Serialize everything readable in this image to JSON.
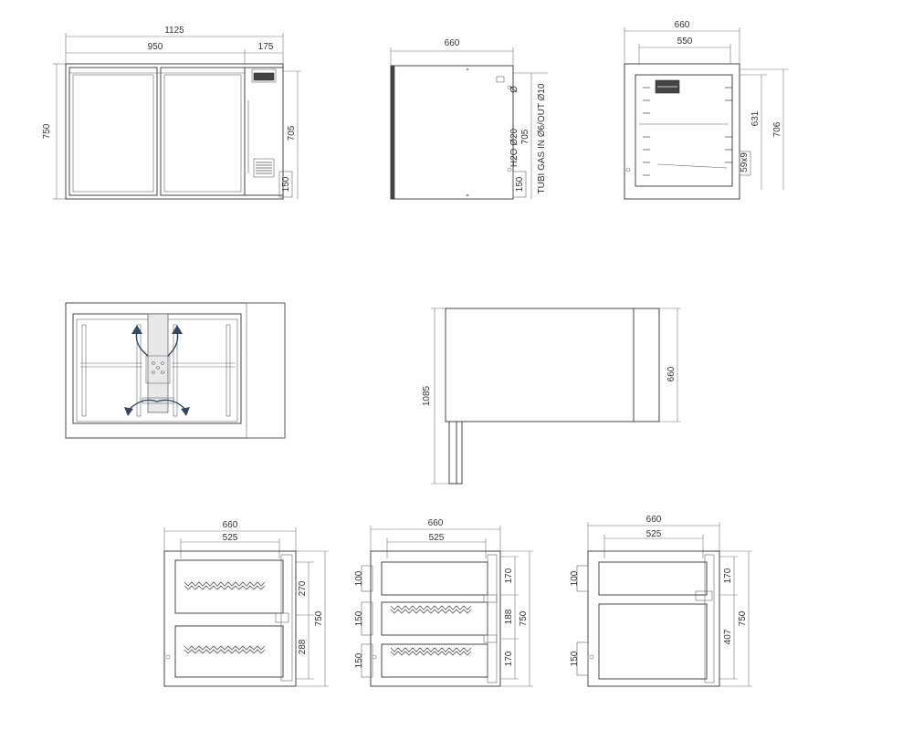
{
  "front_view": {
    "overall_width": "1125",
    "door_width": "950",
    "panel_width": "175",
    "height_overall": "750",
    "height_inner": "705",
    "plinth": "150"
  },
  "side_view": {
    "depth": "660",
    "h2o": "H2O Ø20",
    "tubi": "TUBI GAS IN Ø6/OUT Ø10",
    "height": "705",
    "plinth": "150",
    "small_label": "Ø"
  },
  "section_view": {
    "outer_width": "660",
    "inner_width": "550",
    "height_a": "631",
    "height_b": "706",
    "vent": "59x9"
  },
  "top_view_plan": {
    "depth": "660",
    "length": "1085"
  },
  "drawer_views": [
    {
      "width_outer": "660",
      "width_inner": "525",
      "h_top": "270",
      "h_bottom": "288",
      "h_total": "750"
    },
    {
      "width_outer": "660",
      "width_inner": "525",
      "left_top": "100",
      "left_mid": "150",
      "left_bottom": "150",
      "right_top": "170",
      "right_mid": "188",
      "right_bottom": "170",
      "h_total": "750"
    },
    {
      "width_outer": "660",
      "width_inner": "525",
      "left_top": "100",
      "left_bottom": "150",
      "right_top": "170",
      "right_bottom": "407",
      "h_total": "750"
    }
  ]
}
